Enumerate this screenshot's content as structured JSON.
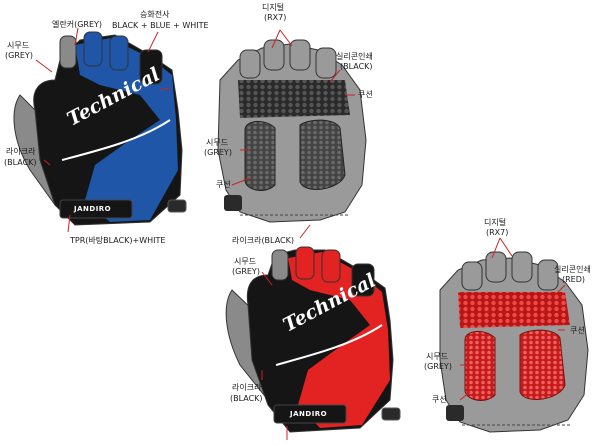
{
  "colors": {
    "blue": "#1f56a8",
    "red": "#e32222",
    "black": "#151515",
    "grey": "#8a8a8a",
    "palm_grey": "#9a9a9a",
    "label_line": "#cc2222"
  },
  "blue_glove": {
    "brand_script": "Technical",
    "tab_logo": "JANDIRO",
    "labels": {
      "elastic_band": "엘란커(GREY)",
      "fabric_title": "승화전사",
      "fabric_colors": "BLACK + BLUE + WHITE",
      "suede_1": "시무드",
      "suede_2": "(GREY)",
      "lycra_1": "라이크라",
      "lycra_2": "(BLACK)",
      "tpr": "TPR(바탕BLACK)+WHITE"
    }
  },
  "palm_top": {
    "labels": {
      "dimple_1": "디지털",
      "dimple_2": "(RX7)",
      "silicone_1": "실리콘인쇄",
      "silicone_2": "(BLACK)",
      "cushion_a": "쿠션",
      "suede_1": "시무드",
      "suede_2": "(GREY)",
      "cushion_b": "쿠션",
      "lycra": "라이크라(BLACK)"
    }
  },
  "red_glove": {
    "brand_script": "Technical",
    "tab_logo": "JANDIRO",
    "labels": {
      "suede_1": "시무드",
      "suede_2": "(GREY)",
      "lycra_1": "라이크라",
      "lycra_2": "(BLACK)"
    }
  },
  "palm_bottom": {
    "labels": {
      "dimple_1": "디지털",
      "dimple_2": "(RX7)",
      "silicone_1": "실리콘인쇄",
      "silicone_2": "(RED)",
      "cushion_a": "쿠션",
      "suede_1": "시무드",
      "suede_2": "(GREY)",
      "cushion_b": "쿠션"
    }
  }
}
